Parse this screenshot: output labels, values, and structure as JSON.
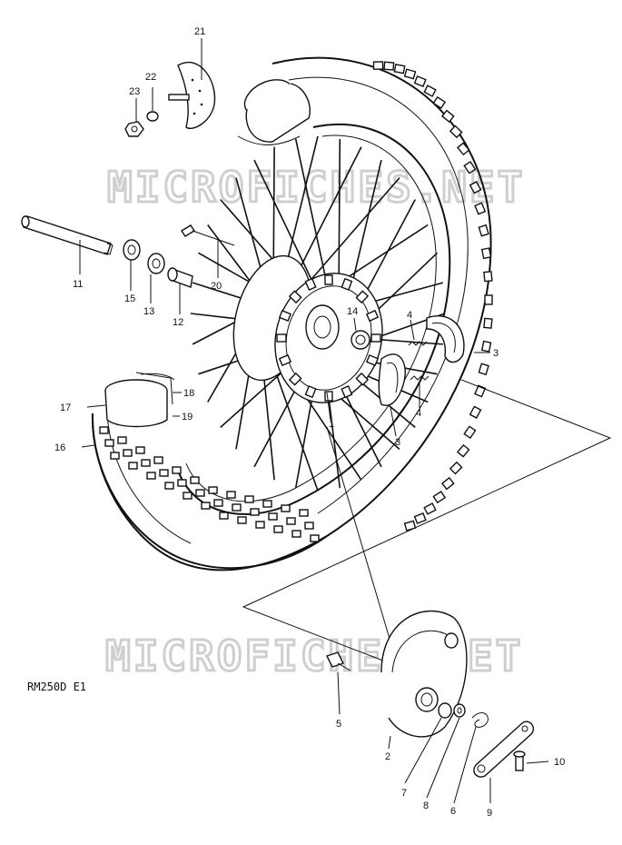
{
  "model_code": "RM250D  E1",
  "watermarks": [
    "MICROFICHES.NET",
    "MICROFICHES.NET"
  ],
  "callouts": [
    "1",
    "2",
    "3",
    "3",
    "4",
    "4",
    "5",
    "6",
    "7",
    "8",
    "9",
    "10",
    "11",
    "12",
    "13",
    "14",
    "15",
    "16",
    "17",
    "18",
    "19",
    "20",
    "21",
    "22",
    "23"
  ]
}
